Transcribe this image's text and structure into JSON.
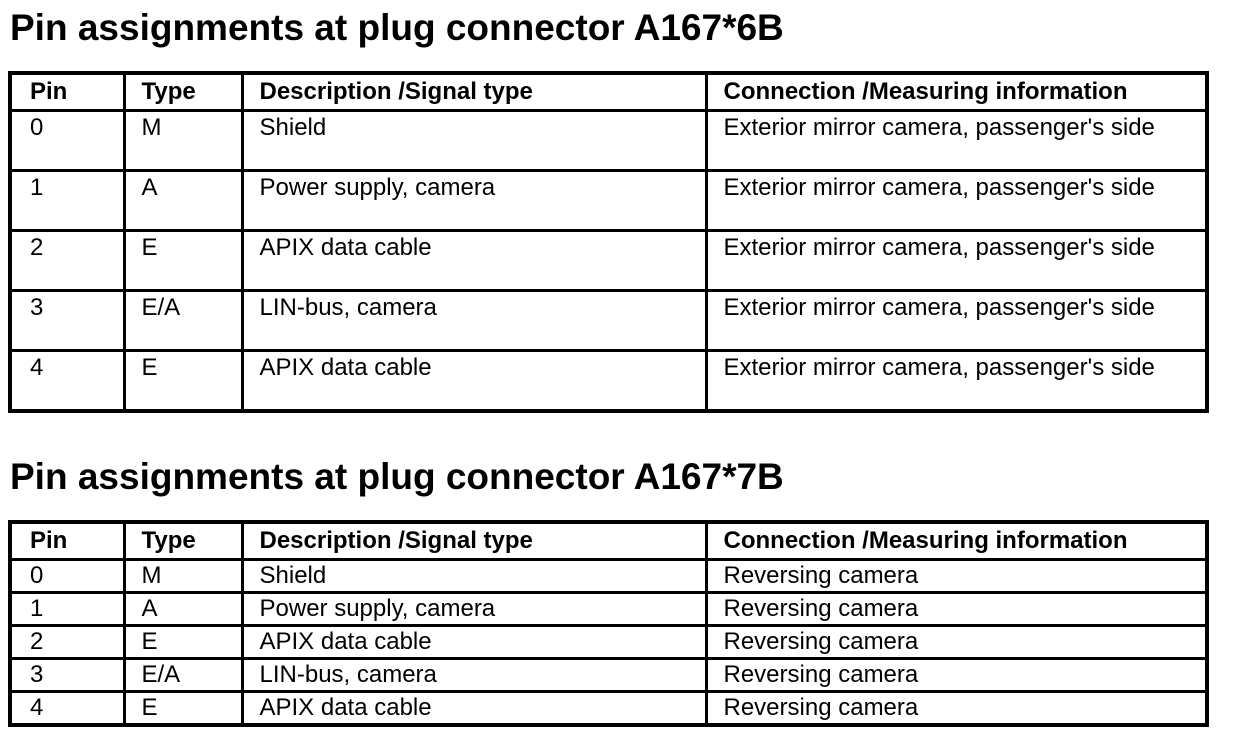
{
  "sections": [
    {
      "title": "Pin assignments at plug connector A167*6B",
      "headers": {
        "pin": "Pin",
        "type": "Type",
        "description": "Description /Signal type",
        "connection": "Connection /Measuring information"
      },
      "rows": [
        {
          "pin": "0",
          "type": "M",
          "description": "Shield",
          "connection": "Exterior mirror camera, passenger's side"
        },
        {
          "pin": "1",
          "type": "A",
          "description": "Power supply, camera",
          "connection": "Exterior mirror camera, passenger's side"
        },
        {
          "pin": "2",
          "type": "E",
          "description": "APIX data cable",
          "connection": "Exterior mirror camera, passenger's side"
        },
        {
          "pin": "3",
          "type": "E/A",
          "description": "LIN-bus, camera",
          "connection": "Exterior mirror camera, passenger's side"
        },
        {
          "pin": "4",
          "type": "E",
          "description": "APIX data cable",
          "connection": "Exterior mirror camera, passenger's side"
        }
      ]
    },
    {
      "title": "Pin assignments at plug connector A167*7B",
      "headers": {
        "pin": "Pin",
        "type": "Type",
        "description": "Description /Signal type",
        "connection": "Connection /Measuring information"
      },
      "rows": [
        {
          "pin": "0",
          "type": "M",
          "description": "Shield",
          "connection": "Reversing camera"
        },
        {
          "pin": "1",
          "type": "A",
          "description": "Power supply, camera",
          "connection": "Reversing camera"
        },
        {
          "pin": "2",
          "type": "E",
          "description": "APIX data cable",
          "connection": "Reversing camera"
        },
        {
          "pin": "3",
          "type": "E/A",
          "description": "LIN-bus, camera",
          "connection": "Reversing camera"
        },
        {
          "pin": "4",
          "type": "E",
          "description": "APIX data cable",
          "connection": "Reversing camera"
        }
      ]
    }
  ]
}
